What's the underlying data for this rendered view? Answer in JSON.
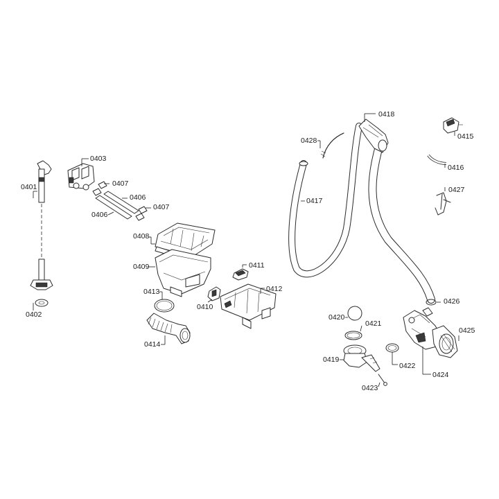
{
  "labels": {
    "p0401": "0401",
    "p0402": "0402",
    "p0403": "0403",
    "p0406a": "0406",
    "p0406b": "0406",
    "p0407a": "0407",
    "p0407b": "0407",
    "p0408": "0408",
    "p0409": "0409",
    "p0410": "0410",
    "p0411": "0411",
    "p0412": "0412",
    "p0413": "0413",
    "p0414": "0414",
    "p0415": "0415",
    "p0416": "0416",
    "p0417": "0417",
    "p0418": "0418",
    "p0419": "0419",
    "p0420": "0420",
    "p0421": "0421",
    "p0422": "0422",
    "p0423": "0423",
    "p0424": "0424",
    "p0425": "0425",
    "p0426": "0426",
    "p0427": "0427",
    "p0428": "0428"
  }
}
